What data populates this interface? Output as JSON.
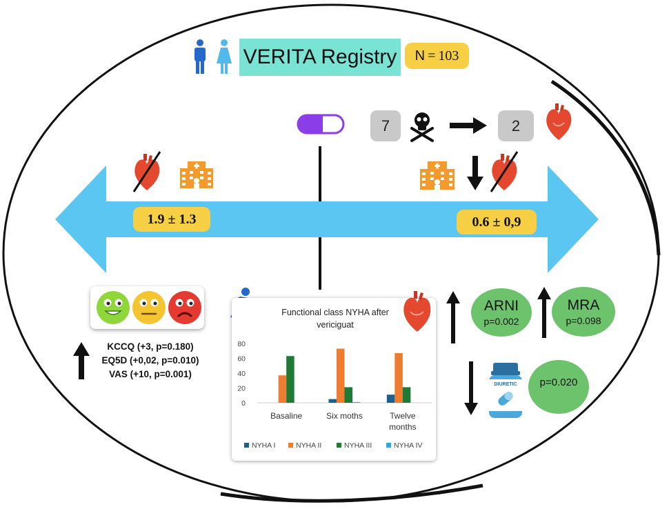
{
  "title": "VERITA Registry",
  "n_badge": {
    "label": "N",
    "eq": "=",
    "value": "103"
  },
  "deaths_before": "7",
  "deaths_after": "2",
  "hospitalizations_before": "1.9 ± 1.3",
  "hospitalizations_after": "0.6 ± 0,9",
  "qol": [
    "KCCQ (+3, p=0.180)",
    "EQ5D (+0,02, p=0.010)",
    "VAS (+10, p=0.001)"
  ],
  "arni": {
    "label": "ARNI",
    "p": "p=0.002"
  },
  "mra": {
    "label": "MRA",
    "p": "p=0.098"
  },
  "diuretic": {
    "bottle_label": "DIURETIC",
    "p": "p=0.020"
  },
  "colors": {
    "arrow": "#5bc6f2",
    "title_bg": "#79e4d4",
    "badge": "#f6cf45",
    "oval": "#6cc36c",
    "pill": "#8b3ee8",
    "hospital": "#f39a2c",
    "heart": "#e4482f"
  },
  "icons": [
    "man-icon",
    "woman-icon",
    "pill-icon",
    "skull-crossbones-icon",
    "heart-icon",
    "hospital-icon",
    "happy-face-icon",
    "neutral-face-icon",
    "sad-face-icon",
    "runner-icon",
    "diuretic-bottle-icon"
  ],
  "chart_data": {
    "type": "bar",
    "title": "Functional class NYHA after vericiguat",
    "categories": [
      "Basaline",
      "Six moths",
      "Twelve months"
    ],
    "category_lines": [
      [
        "Basaline"
      ],
      [
        "Six moths"
      ],
      [
        "Twelve",
        "months"
      ]
    ],
    "ylim": [
      0,
      80
    ],
    "yticks": [
      "0",
      "20",
      "40",
      "60",
      "80"
    ],
    "grid": false,
    "legend_position": "bottom",
    "series": [
      {
        "name": "NYHA I",
        "color": "#1f5f8b",
        "values": [
          0,
          5,
          11
        ]
      },
      {
        "name": "NYHA II",
        "color": "#ef7d31",
        "values": [
          37,
          73,
          67
        ]
      },
      {
        "name": "NYHA III",
        "color": "#1e7b35",
        "values": [
          63,
          21,
          21
        ]
      },
      {
        "name": "NYHA IV",
        "color": "#2aa8df",
        "values": [
          0,
          1,
          0
        ]
      }
    ]
  }
}
